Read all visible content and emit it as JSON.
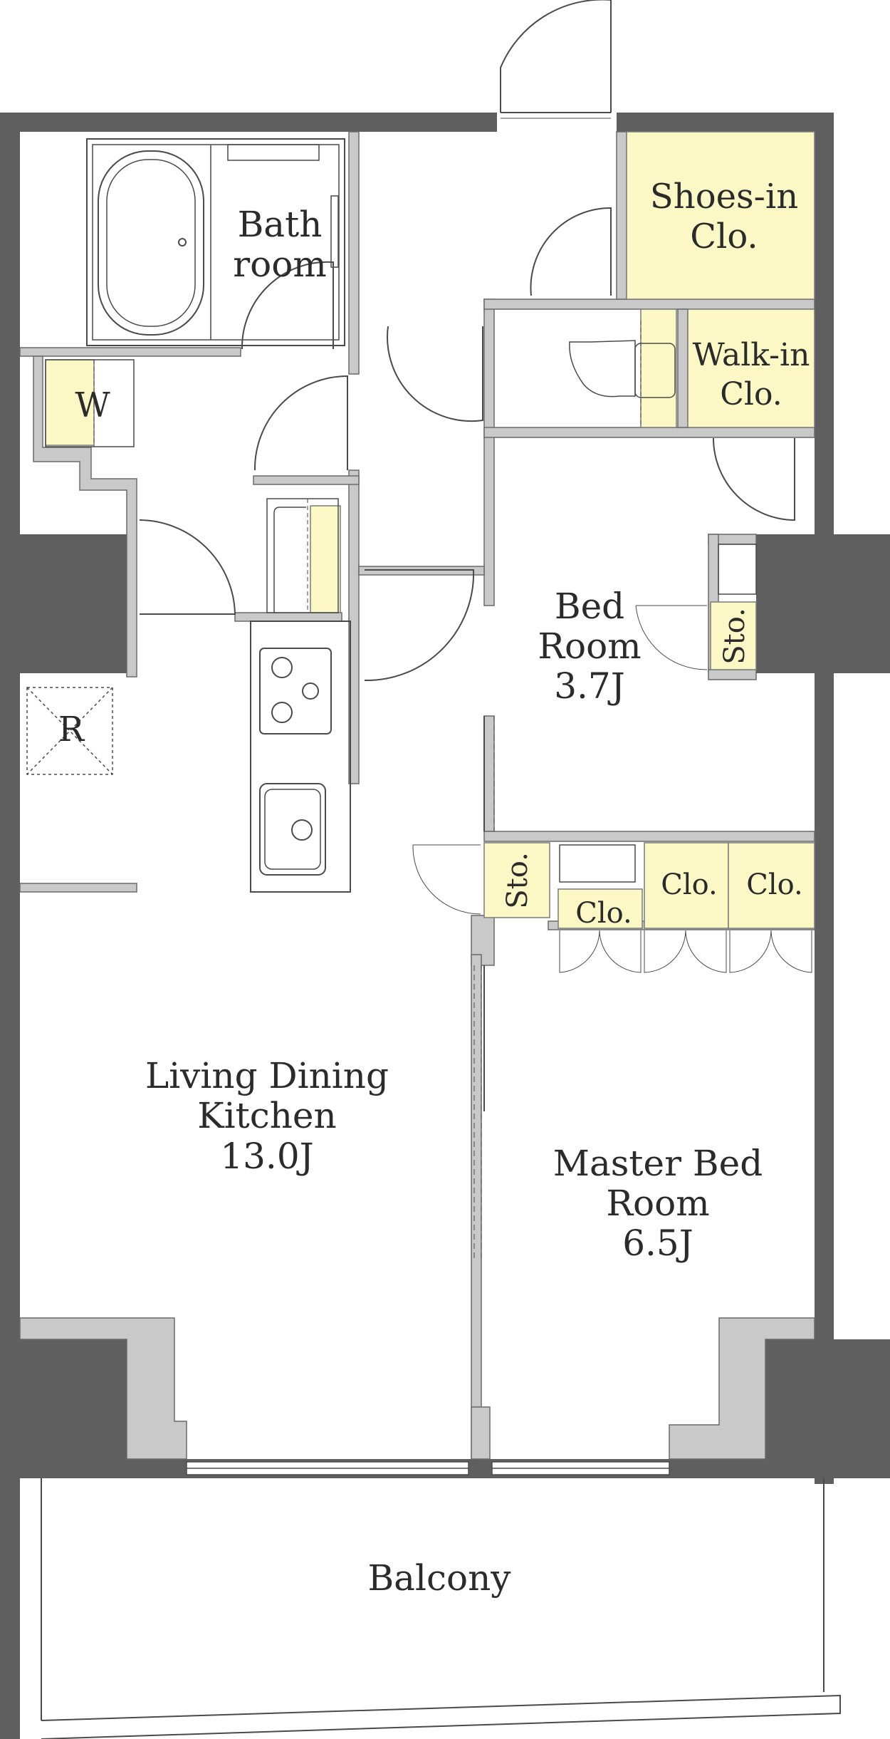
{
  "rooms": {
    "bath": {
      "line1": "Bath",
      "line2": "room"
    },
    "shoes": {
      "line1": "Shoes-in",
      "line2": "Clo."
    },
    "walkin": {
      "line1": "Walk-in",
      "line2": "Clo."
    },
    "washer": "W",
    "fridge": "R",
    "bedroom": {
      "line1": "Bed",
      "line2": "Room",
      "size": "3.7J"
    },
    "storage_bed": "Sto.",
    "storage_hall": "Sto.",
    "closet_small": "Clo.",
    "closet_a": "Clo.",
    "closet_b": "Clo.",
    "ldk": {
      "line1": "Living Dining",
      "line2": "Kitchen",
      "size": "13.0J"
    },
    "master": {
      "line1": "Master Bed",
      "line2": "Room",
      "size": "6.5J"
    },
    "balcony": "Balcony"
  },
  "colors": {
    "structure": "#5f5f5f",
    "partition": "#c9c9c9",
    "storage_fill": "#fbf8c6",
    "line": "#4a4a4a"
  }
}
